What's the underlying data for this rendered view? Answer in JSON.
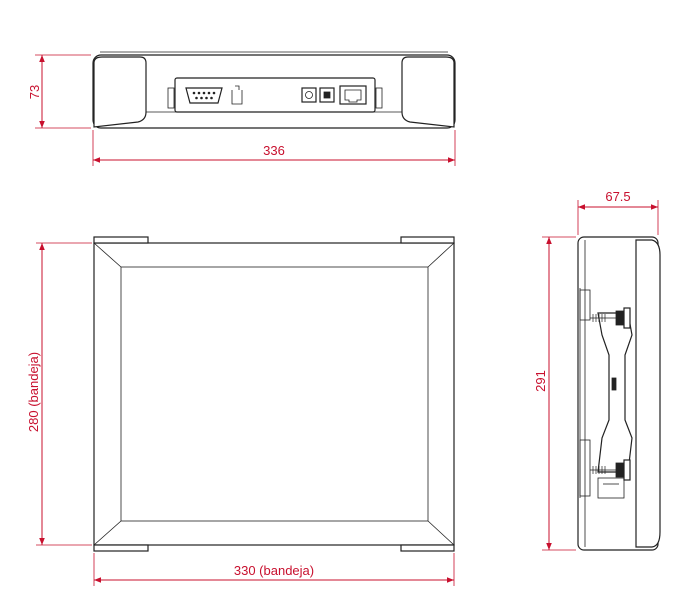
{
  "dimensions": {
    "top_height": "73",
    "top_width": "336",
    "side_depth": "67.5",
    "side_height": "291",
    "front_height": "280 (bandeja)",
    "front_width": "330 (bandeja)"
  },
  "colors": {
    "dimension": "#c8102e",
    "outline": "#222222",
    "background": "#ffffff"
  }
}
